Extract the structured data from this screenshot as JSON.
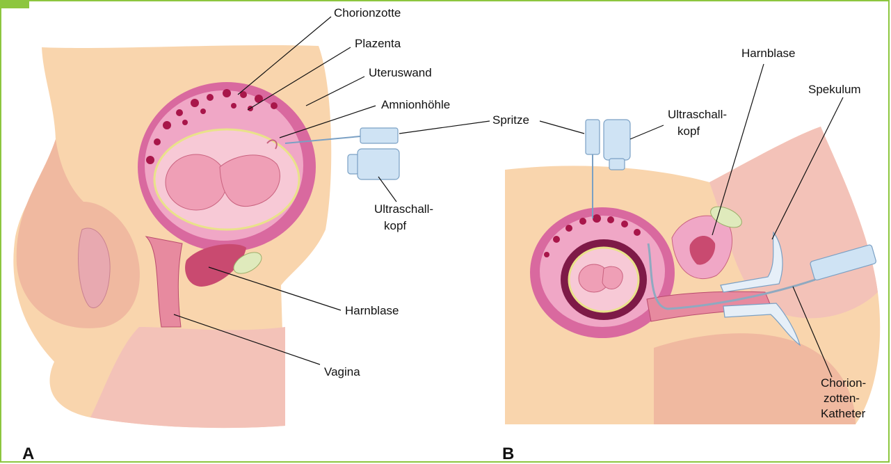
{
  "colors": {
    "frame": "#8dc63f",
    "skin": "#f9d5ad",
    "skin_dark": "#f0b9a0",
    "pink_tissue": "#f3b6c9",
    "uterus_wall": "#d9699f",
    "uterus_wall_dark": "#b94a86",
    "villi": "#a8164a",
    "amnion": "#f7c9d6",
    "fetus": "#ef9fb6",
    "bladder_light": "#dfeabc",
    "tool_body": "#cfe3f4",
    "tool_dark": "#7aa0c4"
  },
  "panel_a": {
    "panel_label": "A",
    "labels": {
      "chorionzotte": "Chorionzotte",
      "plazenta": "Plazenta",
      "uteruswand": "Uteruswand",
      "amnionhoehle": "Amnionhöhle",
      "ultraschall_line1": "Ultraschall-",
      "ultraschall_line2": "kopf",
      "harnblase": "Harnblase",
      "vagina": "Vagina"
    }
  },
  "shared": {
    "spritze": "Spritze"
  },
  "panel_b": {
    "panel_label": "B",
    "labels": {
      "ultraschall_line1": "Ultraschall-",
      "ultraschall_line2": "kopf",
      "harnblase": "Harnblase",
      "spekulum": "Spekulum",
      "katheter_line1": "Chorion-",
      "katheter_line2": "zotten-",
      "katheter_line3": "Katheter"
    }
  }
}
